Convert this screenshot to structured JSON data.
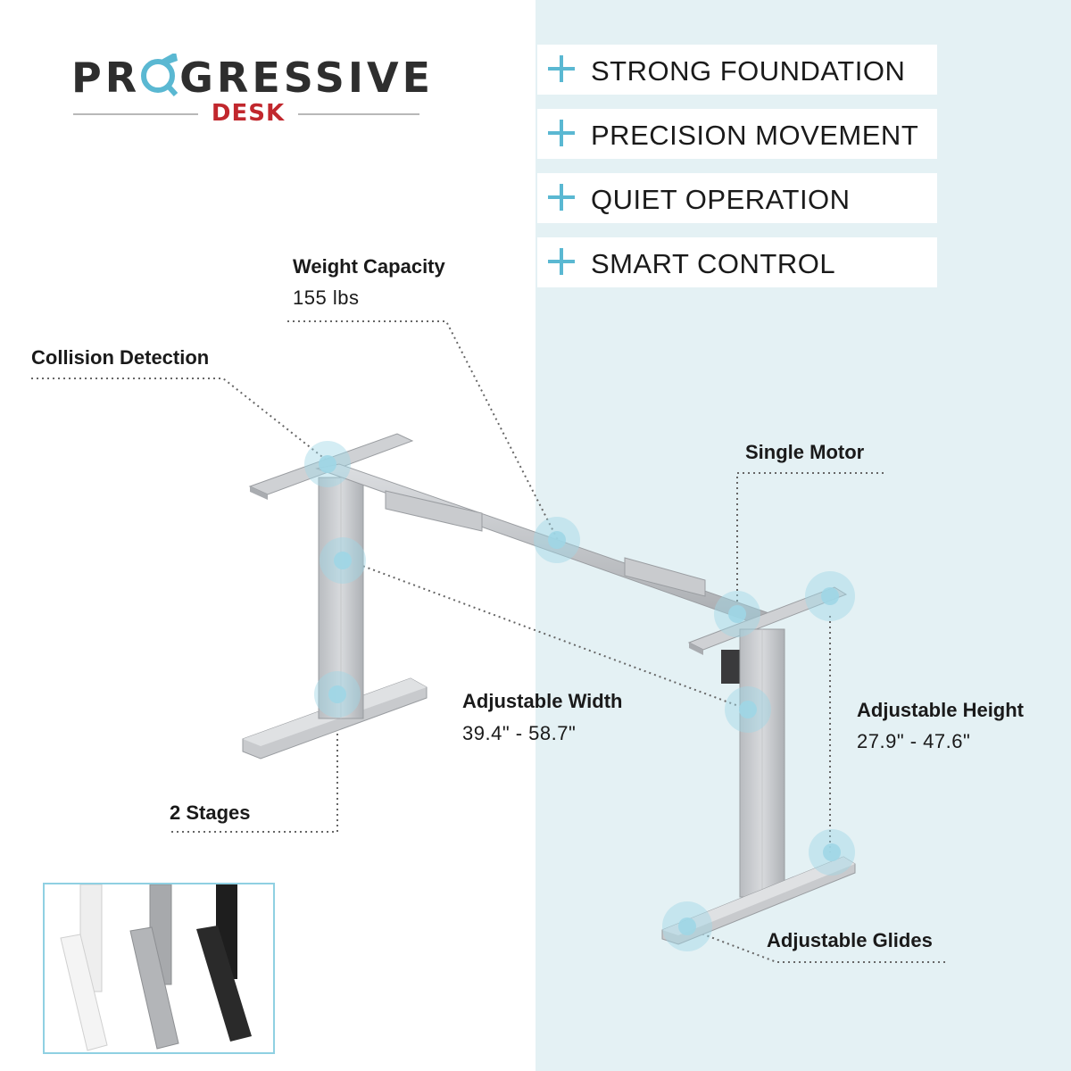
{
  "brand": {
    "name_pre": "PR",
    "name_post": "GRESSIVE",
    "sub": "DESK",
    "colors": {
      "dark": "#2e2e2e",
      "accent_red": "#c1272d",
      "accent_blue": "#5ab8d2"
    }
  },
  "features": [
    {
      "label": "STRONG FOUNDATION",
      "icon": "plus-icon"
    },
    {
      "label": "PRECISION MOVEMENT",
      "icon": "plus-icon"
    },
    {
      "label": "QUIET OPERATION",
      "icon": "plus-icon"
    },
    {
      "label": "SMART CONTROL",
      "icon": "plus-icon"
    }
  ],
  "callouts": {
    "weight_capacity": {
      "title": "Weight Capacity",
      "value": "155 lbs"
    },
    "collision_detection": {
      "title": "Collision Detection"
    },
    "single_motor": {
      "title": "Single Motor"
    },
    "adjustable_width": {
      "title": "Adjustable Width",
      "value": "39.4\" - 58.7\""
    },
    "adjustable_height": {
      "title": "Adjustable Height",
      "value": "27.9\" - 47.6\""
    },
    "two_stages": {
      "title": "2 Stages"
    },
    "adjustable_glides": {
      "title": "Adjustable Glides"
    }
  },
  "colors": {
    "panel_right": "#e4f1f4",
    "frame_gray": "#c7c9cc",
    "hotspot": "#9fd6e6",
    "swatches": [
      "white",
      "gray",
      "black"
    ]
  }
}
